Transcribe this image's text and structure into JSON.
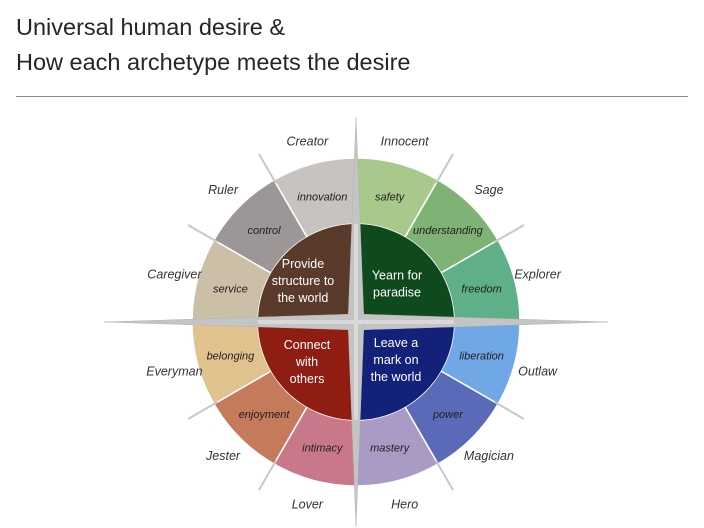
{
  "title": {
    "line1": "Universal human desire &",
    "line2": "How each archetype meets the desire"
  },
  "quadrants": [
    {
      "name": "structure",
      "lines": [
        "Provide",
        "structure to",
        "the world"
      ],
      "color": "#5a3a2a"
    },
    {
      "name": "paradise",
      "lines": [
        "Yearn for",
        "paradise"
      ],
      "color": "#0f4a1e"
    },
    {
      "name": "connect",
      "lines": [
        "Connect",
        "with",
        "others"
      ],
      "color": "#8f1d12"
    },
    {
      "name": "mark",
      "lines": [
        "Leave a",
        "mark on",
        "the world"
      ],
      "color": "#14217a"
    }
  ],
  "archetypes": [
    {
      "name": "Innocent",
      "desire": "safety",
      "color": "#a9c88c"
    },
    {
      "name": "Sage",
      "desire": "understanding",
      "color": "#7fb275"
    },
    {
      "name": "Explorer",
      "desire": "freedom",
      "color": "#5fb089"
    },
    {
      "name": "Outlaw",
      "desire": "liberation",
      "color": "#70a7e6"
    },
    {
      "name": "Magician",
      "desire": "power",
      "color": "#5b6ab8"
    },
    {
      "name": "Hero",
      "desire": "mastery",
      "color": "#a99bc4"
    },
    {
      "name": "Lover",
      "desire": "intimacy",
      "color": "#c9788a"
    },
    {
      "name": "Jester",
      "desire": "enjoyment",
      "color": "#c47a5b"
    },
    {
      "name": "Everyman",
      "desire": "belonging",
      "color": "#e0c28e"
    },
    {
      "name": "Caregiver",
      "desire": "service",
      "color": "#cbbfa7"
    },
    {
      "name": "Ruler",
      "desire": "control",
      "color": "#9c9696"
    },
    {
      "name": "Creator",
      "desire": "innovation",
      "color": "#c6c3c1"
    }
  ]
}
